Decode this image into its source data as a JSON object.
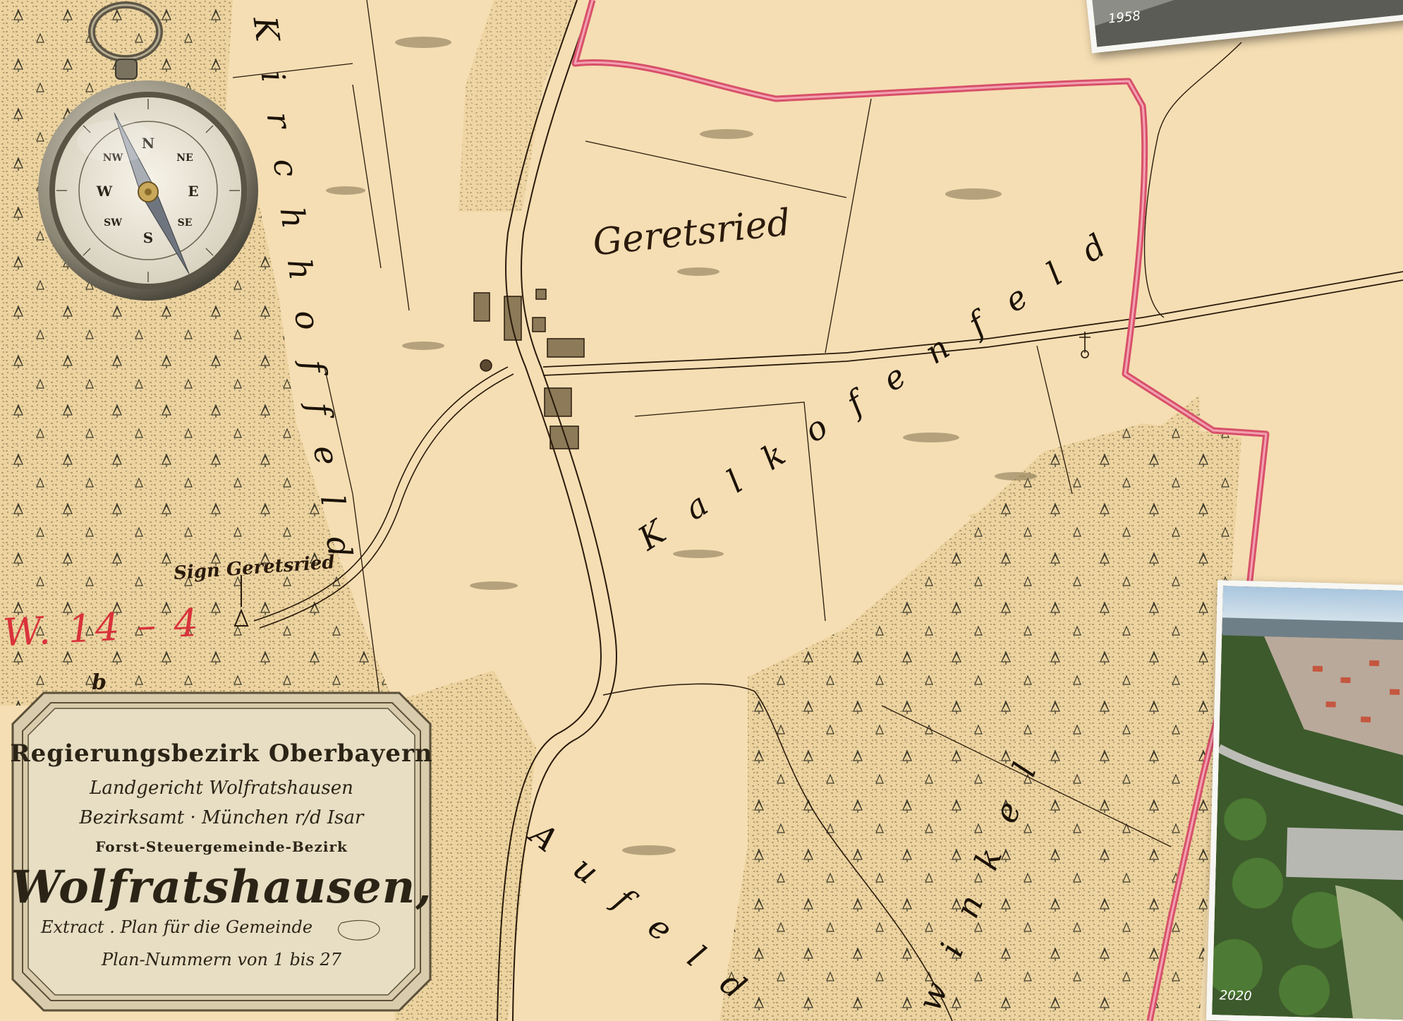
{
  "map": {
    "field_labels": {
      "kirchhoffeld": "Kirchhoffeld",
      "kalkofenfeld": "Kalkofenfeld",
      "aufeld": "Aufeld",
      "winkel": "winkel"
    },
    "village_label": "Geretsried",
    "signal_label": "Sign Geretsried",
    "sheet_number": "W. 14 – 4",
    "partial_label": "b"
  },
  "cartouche": {
    "line1": "Regierungsbezirk Oberbayern",
    "line2": "Landgericht Wolfratshausen",
    "line3": "Bezirksamt · München r/d Isar",
    "line4": "Forst-Steuergemeinde-Bezirk",
    "line5": "Wolfratshausen,",
    "line6": "Extract . Plan für die Gemeinde",
    "line7": "Plan-Nummern von 1 bis 27"
  },
  "photos": {
    "old": {
      "year": "1958"
    },
    "new": {
      "year": "2020"
    }
  },
  "compass": {
    "dial": [
      "N",
      "NE",
      "E",
      "SE",
      "S",
      "SW",
      "W",
      "NW"
    ]
  },
  "colors": {
    "paper": "#f5deb3",
    "boundary": "#d8506a",
    "ink": "#2a1a0c",
    "forest": "#e8cf9b"
  }
}
